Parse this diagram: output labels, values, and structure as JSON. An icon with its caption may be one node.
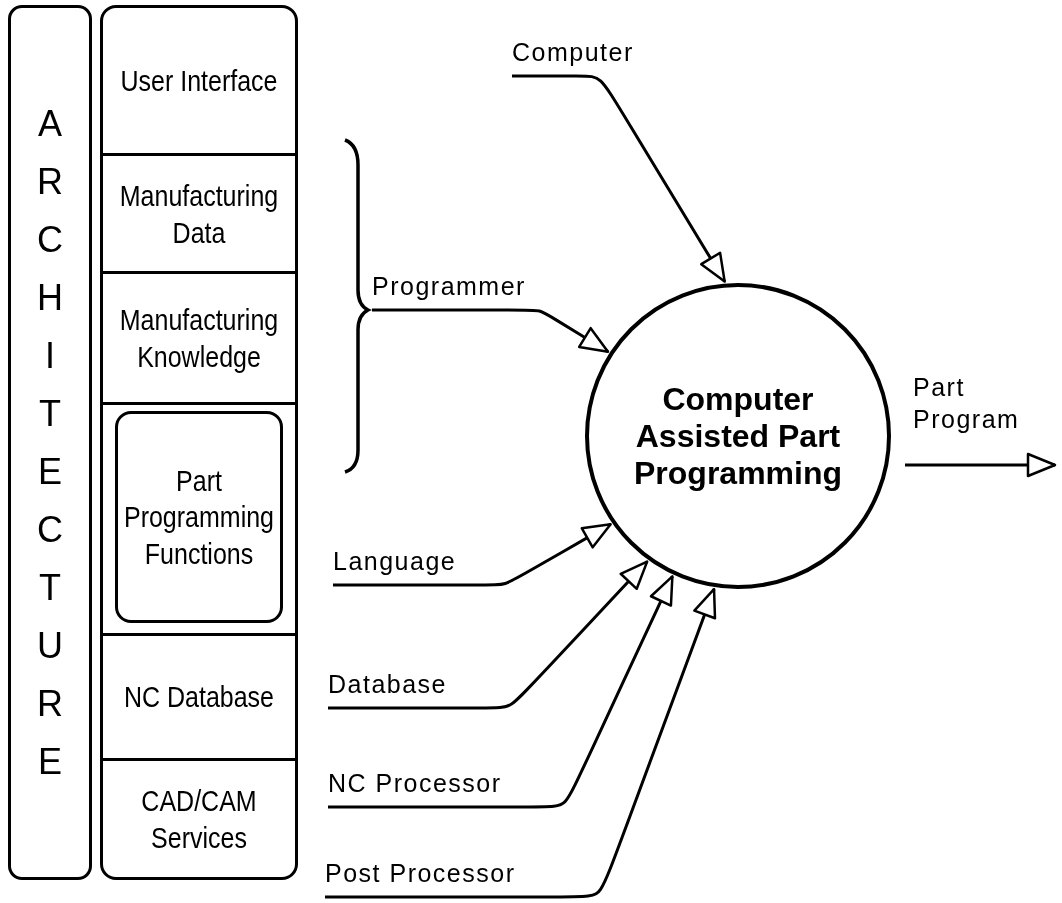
{
  "diagram": {
    "nodes": [
      {
        "text": [
          "ARCHITECTURE"
        ]
      },
      {
        "text": [],
        "shape": "box"
      },
      {
        "text": [
          "User Interface"
        ],
        "in": 1
      },
      {
        "text": [
          "Manufacturing Data"
        ],
        "in": 1
      },
      {
        "text": [
          "Manufacturing Knowledge"
        ],
        "in": 1
      },
      {
        "text": [
          "Part Programming Functions"
        ],
        "in": 1
      },
      {
        "text": [
          "NC Database"
        ],
        "in": 1
      },
      {
        "text": [
          "CAD/CAM Services"
        ],
        "in": 1
      },
      {
        "text": [
          "Computer"
        ]
      },
      {
        "text": [
          "Programmer"
        ]
      },
      {
        "text": [
          "Computer Assisted Part Programming"
        ]
      },
      {
        "text": [
          "Language"
        ]
      },
      {
        "text": [
          "Database"
        ]
      },
      {
        "text": [
          "NC Processor"
        ]
      },
      {
        "text": [
          "Post Processor"
        ]
      }
    ],
    "edges": [
      {
        "from": 8,
        "to": 10,
        "arrow": "to"
      },
      {
        "from": 9,
        "to": 10,
        "arrow": "to"
      },
      {
        "from": 11,
        "to": 10,
        "arrow": "to"
      },
      {
        "from": 12,
        "to": 10,
        "arrow": "to"
      },
      {
        "from": 13,
        "to": 10,
        "arrow": "to"
      },
      {
        "from": 14,
        "to": 10,
        "arrow": "to"
      },
      {
        "from": 10,
        "to": null,
        "label": "Part Program",
        "arrow": "to"
      }
    ]
  }
}
